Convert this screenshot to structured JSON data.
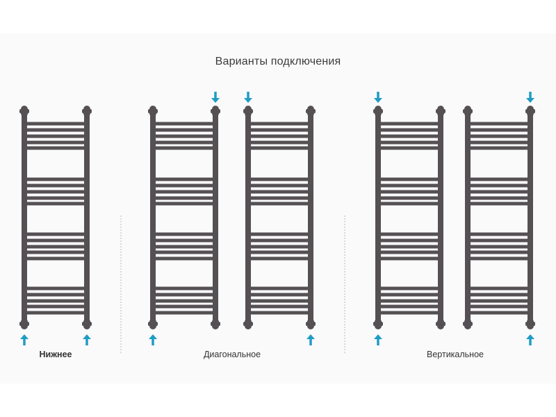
{
  "title": "Варианты подключения",
  "groups": [
    {
      "label": "Нижнее",
      "radiators": [
        {
          "inlets": [
            "bottom-left-up",
            "bottom-right-up"
          ]
        }
      ]
    },
    {
      "label": "Диагональное",
      "radiators": [
        {
          "inlets": [
            "bottom-left-up",
            "top-right-down"
          ]
        },
        {
          "inlets": [
            "top-left-down",
            "bottom-right-up"
          ]
        }
      ]
    },
    {
      "label": "Вертикальное",
      "radiators": [
        {
          "inlets": [
            "top-left-down",
            "bottom-left-up"
          ]
        },
        {
          "inlets": [
            "top-right-down",
            "bottom-right-up"
          ]
        }
      ]
    }
  ],
  "colors": {
    "radiator": "#555053",
    "arrow": "#1f9cc6",
    "text": "#333333"
  }
}
